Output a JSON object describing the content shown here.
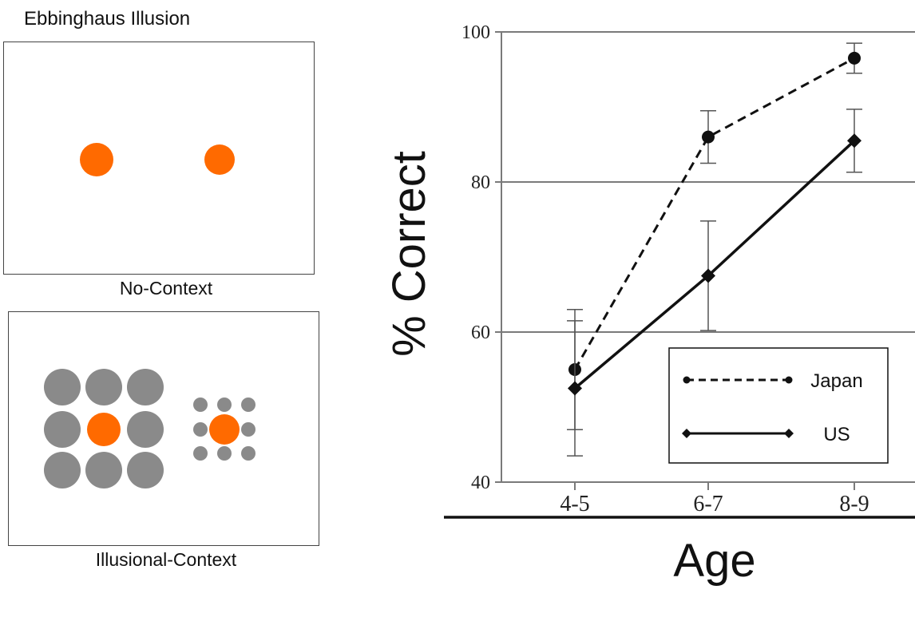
{
  "illustration": {
    "title": "Ebbinghaus Illusion",
    "no_context_label": "No-Context",
    "illusional_context_label": "Illusional-Context",
    "colors": {
      "target": "#ff6a00",
      "inducer": "#8a8a8a"
    }
  },
  "chart_data": {
    "type": "line",
    "categories": [
      "4-5",
      "6-7",
      "8-9"
    ],
    "xlabel": "Age",
    "ylabel": "% Correct",
    "ylim": [
      40,
      100
    ],
    "yticks": [
      40,
      60,
      80,
      100
    ],
    "grid": true,
    "legend_position": "lower-right",
    "series": [
      {
        "name": "Japan",
        "style": "dashed",
        "marker": "circle",
        "values": [
          55,
          86,
          96.5
        ],
        "error": [
          8,
          3.5,
          2
        ]
      },
      {
        "name": "US",
        "style": "solid",
        "marker": "diamond",
        "values": [
          52.5,
          67.5,
          85.5
        ],
        "error": [
          9,
          7.3,
          4.2
        ]
      }
    ]
  }
}
